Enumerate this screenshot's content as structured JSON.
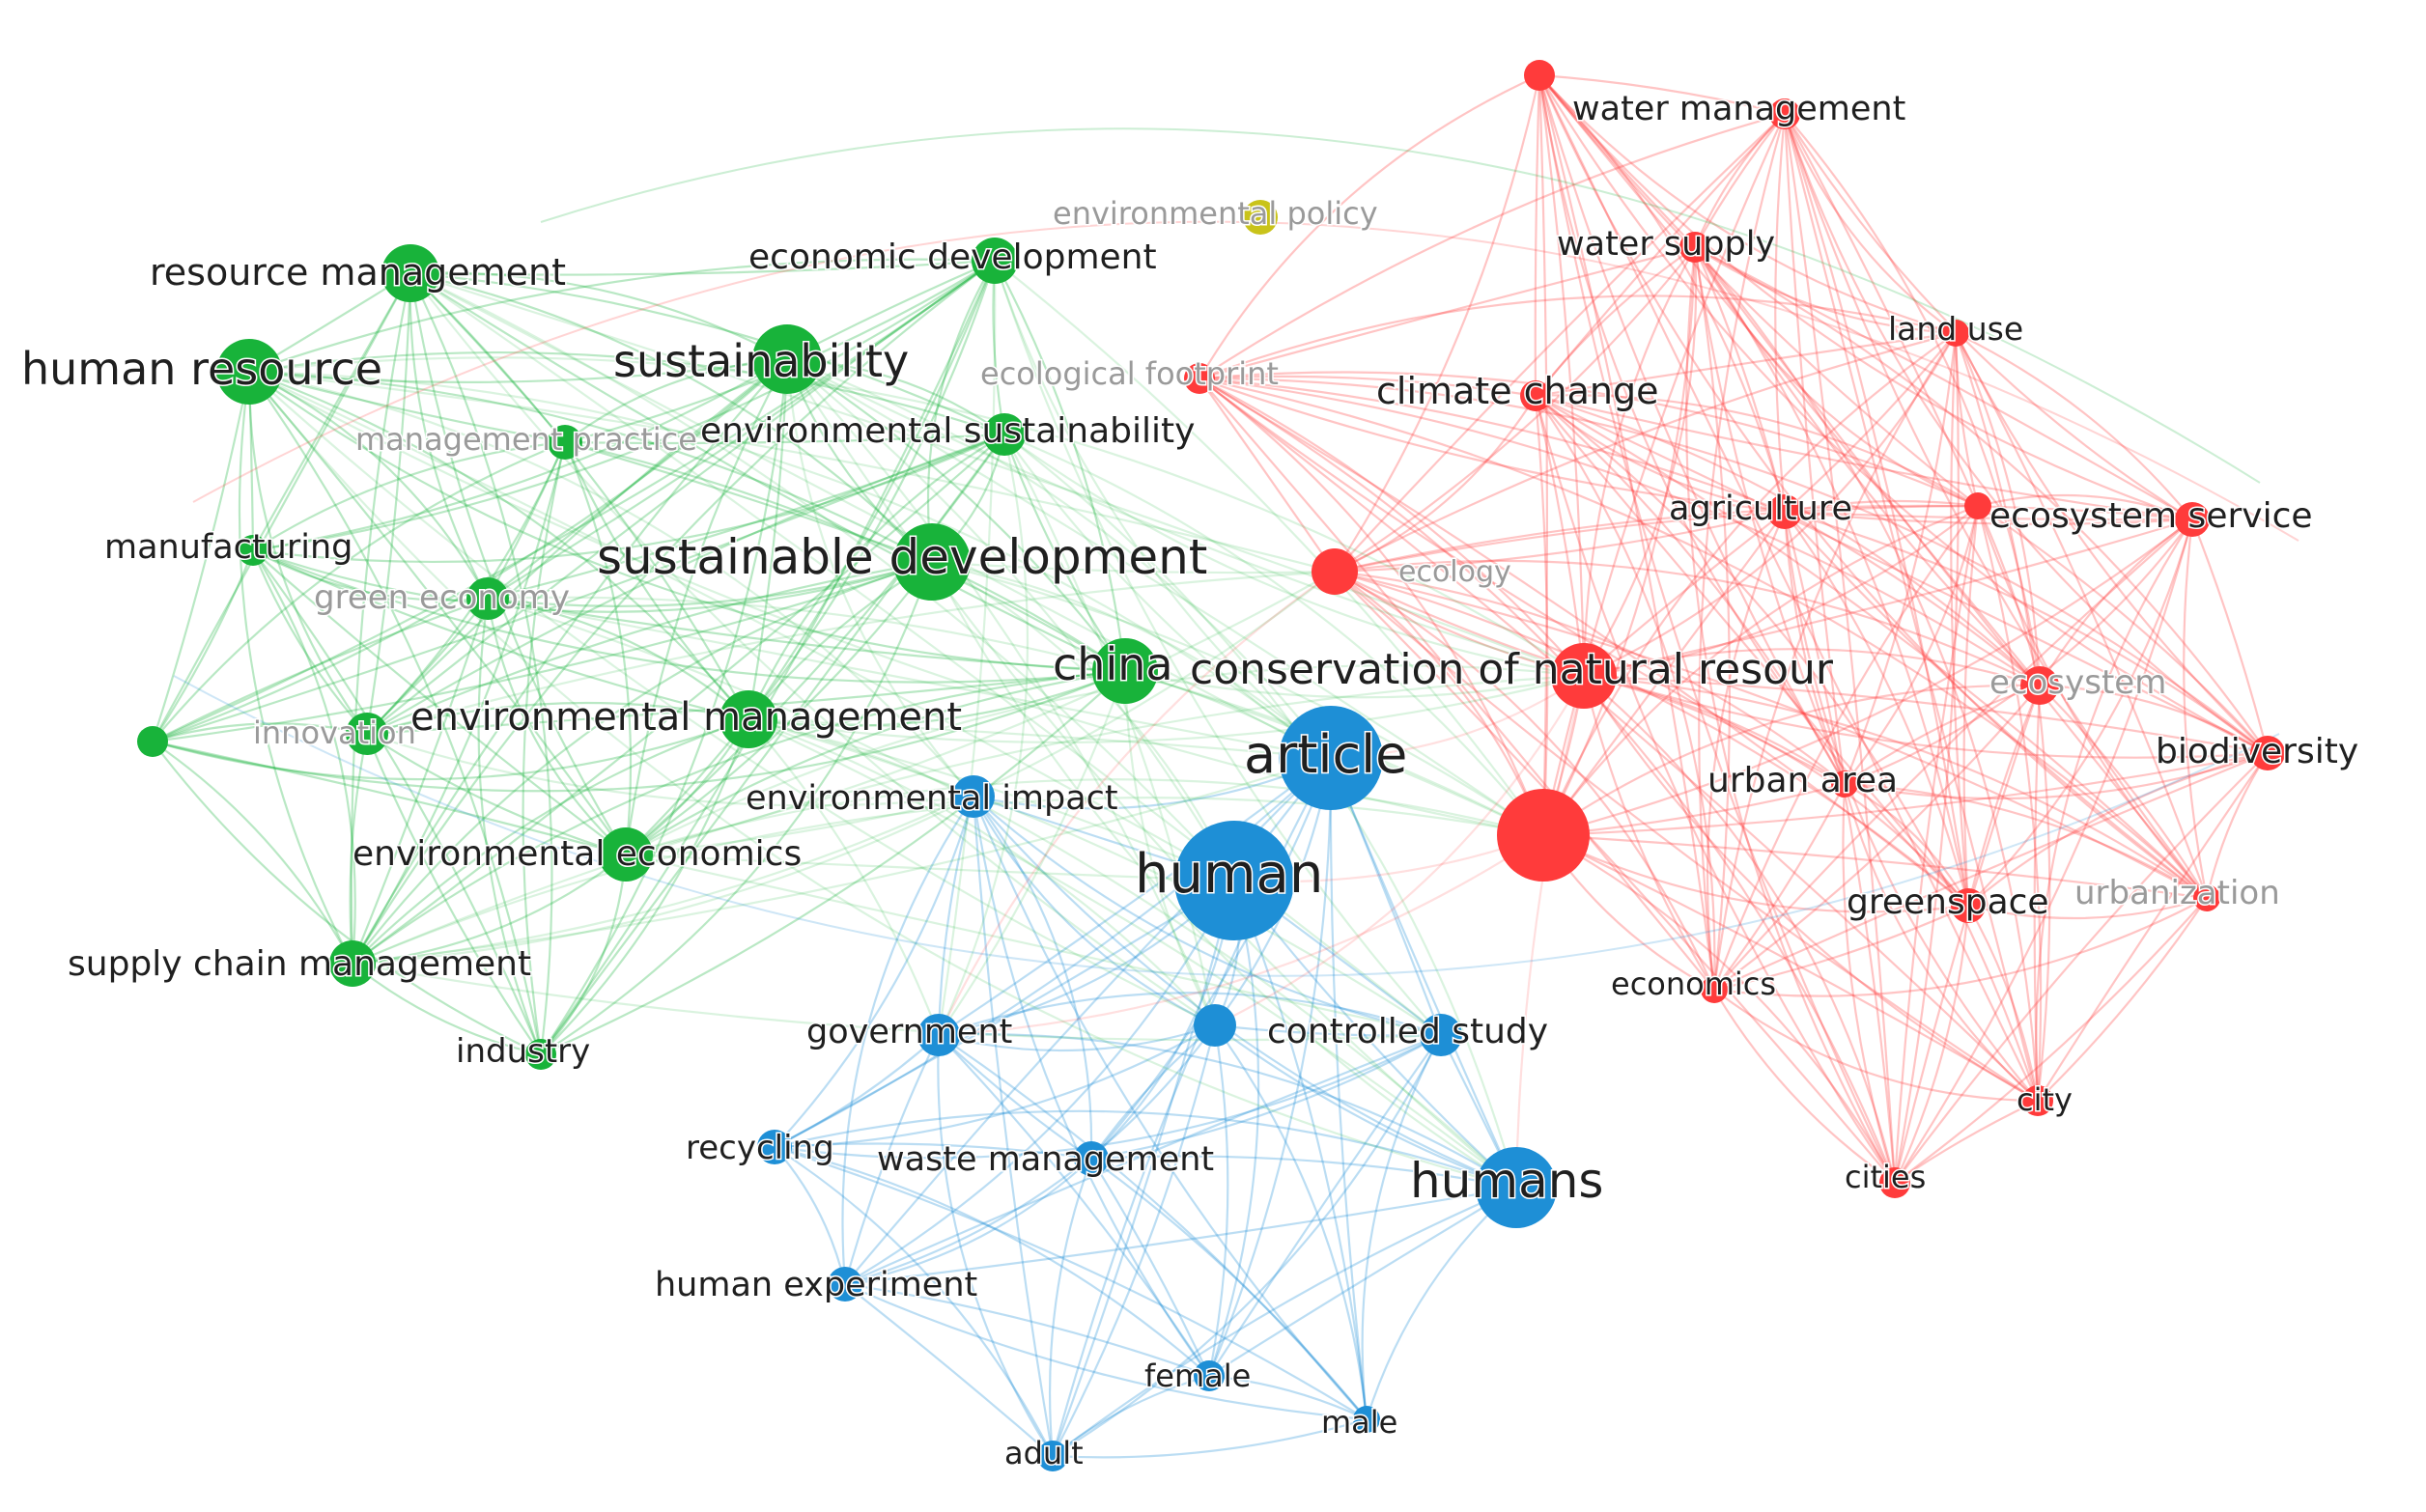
{
  "colors": {
    "green": "#18b33a",
    "red": "#ff3b3b",
    "blue": "#1e8fd6",
    "yellow": "#c9c31a",
    "faint_label": "#9a9a9a",
    "label": "#1f1f1f"
  },
  "clusters": [
    {
      "id": "green",
      "keywords": [
        "resource management",
        "human resource",
        "economic development",
        "sustainability",
        "environmental sustainability",
        "management practice",
        "manufacturing",
        "sustainable development",
        "green economy",
        "china",
        "innovation",
        "environmental management",
        "environmental economics",
        "supply chain management",
        "industry"
      ]
    },
    {
      "id": "red",
      "keywords": [
        "water management",
        "water supply",
        "land use",
        "climate change",
        "conservation of natural resources",
        "agriculture",
        "ecosystem service",
        "ecosystem",
        "biodiversity",
        "urban area",
        "greenspace",
        "urbanization",
        "economics",
        "city",
        "cities"
      ]
    },
    {
      "id": "blue",
      "keywords": [
        "article",
        "human",
        "environmental impact",
        "government",
        "controlled study",
        "recycling",
        "waste management",
        "humans",
        "human experiment",
        "female",
        "male",
        "adult"
      ]
    },
    {
      "id": "yellow",
      "keywords": [
        "environmental policy"
      ]
    }
  ],
  "labels": {
    "resource_management": "resource management",
    "human_resource": "human resource",
    "economic_development": "economic development",
    "sustainability": "sustainability",
    "environmental_sustainability": "environmental sustainability",
    "management_practice": "management practice",
    "manufacturing": "manufacturing",
    "sustainable_development": "sustainable development",
    "green_economy": "green economy",
    "china": "china",
    "innovation": "innovation",
    "environmental_management": "environmental management",
    "environmental_economics": "environmental economics",
    "supply_chain_management": "supply chain management",
    "industry": "industry",
    "environmental_policy": "environmental policy",
    "ecological_footprint": "ecological footprint",
    "water_management": "water management",
    "water_supply": "water supply",
    "land_use": "land use",
    "climate_change": "climate change",
    "conservation": "conservation of natural resour",
    "agriculture": "agriculture",
    "ecosystem_service": "ecosystem service",
    "ecosystem": "ecosystem",
    "biodiversity": "biodiversity",
    "urban_area": "urban area",
    "greenspace": "greenspace",
    "urbanization": "urbanization",
    "economics": "economics",
    "city": "city",
    "cities": "cities",
    "eco_faint": "ecology",
    "article": "article",
    "human": "human",
    "environmental_impact": "environmental impact",
    "government": "government",
    "controlled_study": "controlled study",
    "recycling": "recycling",
    "waste_management": "waste management",
    "humans": "humans",
    "human_experiment": "human experiment",
    "female": "female",
    "male": "male",
    "adult": "adult"
  }
}
